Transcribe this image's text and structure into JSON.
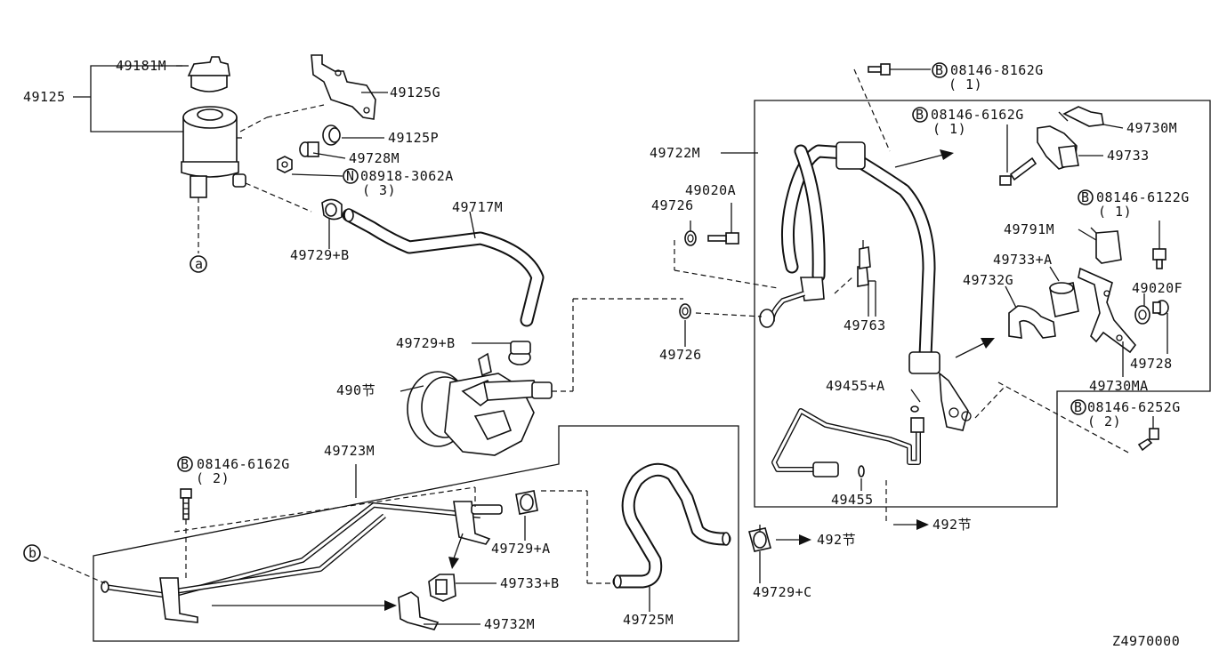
{
  "labels": {
    "p49181M": "49181M",
    "p49125": "49125",
    "p49125G": "49125G",
    "p49125P": "49125P",
    "p49728M": "49728M",
    "p08918": "08918-3062A",
    "q3": "( 3)",
    "p49717M": "49717M",
    "p49729B_top": "49729+B",
    "p49729B_mid": "49729+B",
    "p490": "490节",
    "p49723M": "49723M",
    "p08146_6162G_left": "08146-6162G",
    "q2_left": "( 2)",
    "p49729A": "49729+A",
    "p49733B": "49733+B",
    "p49732M": "49732M",
    "p49725M": "49725M",
    "p49729C": "49729+C",
    "p492_a": "492节",
    "p492_b": "492节",
    "p49722M": "49722M",
    "p49020A": "49020A",
    "p49726_top": "49726",
    "p49726_bot": "49726",
    "p49763": "49763",
    "p49455A": "49455+A",
    "p49455": "49455",
    "p08146_8162G": "08146-8162G",
    "q1_a": "( 1)",
    "p08146_6162G_right": "08146-6162G",
    "q1_b": "( 1)",
    "p49730M": "49730M",
    "p49733": "49733",
    "p08146_6122G": "08146-6122G",
    "q1_c": "( 1)",
    "p49791M": "49791M",
    "p49733A": "49733+A",
    "p49732G": "49732G",
    "p49020F": "49020F",
    "p49728": "49728",
    "p49730MA": "49730MA",
    "p08146_6252G": "08146-6252G",
    "q2_right": "( 2)",
    "ref_a": "a",
    "ref_b": "b",
    "bolt_B": "B",
    "nut_N": "N",
    "diagram_code": "Z4970000"
  }
}
